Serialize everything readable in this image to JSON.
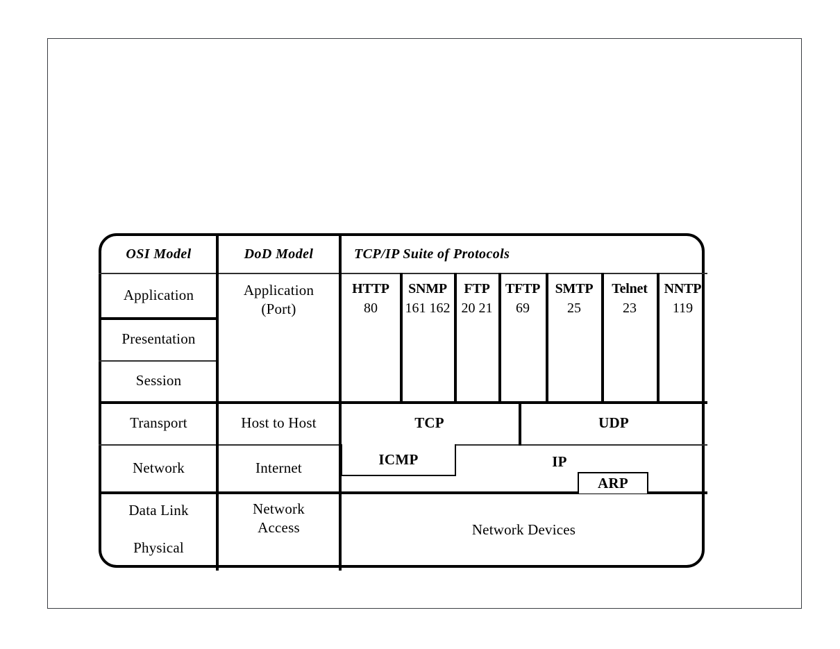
{
  "diagram": {
    "title": "TCP/IP Suite of Protocols",
    "columns": {
      "osi_header": "OSI Model",
      "dod_header": "DoD Model",
      "tcpip_header": "TCP/IP Suite of Protocols"
    },
    "osi_layers": [
      {
        "label": "Application"
      },
      {
        "label": "Presentation"
      },
      {
        "label": "Session"
      },
      {
        "label": "Transport"
      },
      {
        "label": "Network"
      },
      {
        "label": "Data Link"
      },
      {
        "label": "Physical"
      }
    ],
    "dod_layers": [
      {
        "label": "Application\n(Port)"
      },
      {
        "label": "Host to Host"
      },
      {
        "label": "Internet"
      },
      {
        "label": "Network\nAccess"
      }
    ],
    "application_protocols": [
      {
        "name": "HTTP",
        "ports": "80"
      },
      {
        "name": "SNMP",
        "ports": "161\n162"
      },
      {
        "name": "FTP",
        "ports": "20\n21"
      },
      {
        "name": "TFTP",
        "ports": "69"
      },
      {
        "name": "SMTP",
        "ports": "25"
      },
      {
        "name": "Telnet",
        "ports": "23"
      },
      {
        "name": "NNTP",
        "ports": "119"
      }
    ],
    "transport_protocols": [
      {
        "name": "TCP"
      },
      {
        "name": "UDP"
      }
    ],
    "internet_protocols": [
      {
        "name": "ICMP"
      },
      {
        "name": "IP"
      },
      {
        "name": "ARP"
      }
    ],
    "network_access": {
      "label": "Network Devices"
    },
    "colors": {
      "frame": "#000000",
      "rule": "#2e2e2e",
      "page_border": "#3a3c41",
      "background": "#ffffff",
      "text": "#000000"
    }
  }
}
